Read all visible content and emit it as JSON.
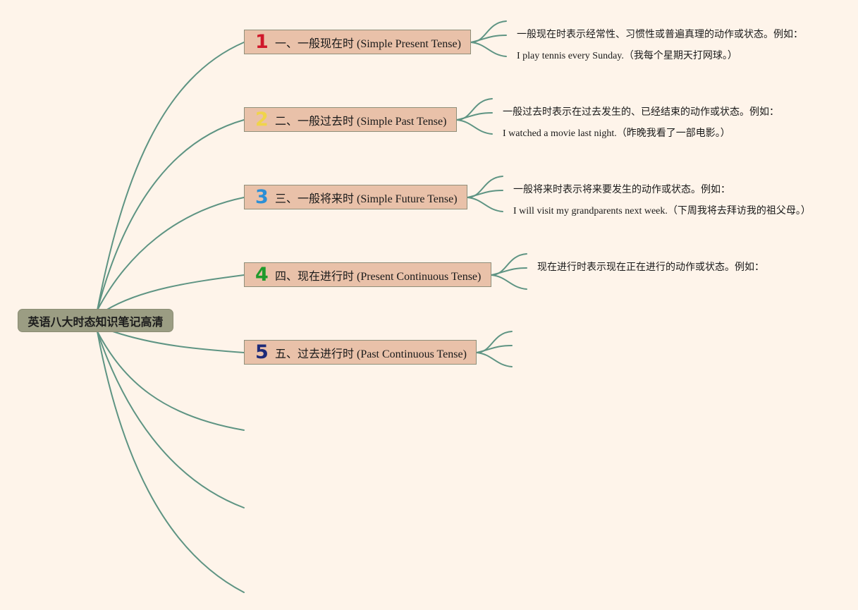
{
  "root": {
    "title": "英语八大时态知识笔记高清"
  },
  "topics": [
    {
      "number": "1",
      "number_color": "#d0182b",
      "label": "一、一般现在时 (Simple Present Tense)",
      "notes": [
        "一般现在时表示经常性、习惯性或普遍真理的动作或状态。例如：",
        "I play tennis every Sunday.（我每个星期天打网球。）"
      ]
    },
    {
      "number": "2",
      "number_color": "#f0d44a",
      "label": "二、一般过去时 (Simple Past Tense)",
      "notes": [
        "一般过去时表示在过去发生的、已经结束的动作或状态。例如：",
        "I watched a movie last night.（昨晚我看了一部电影。）"
      ]
    },
    {
      "number": "3",
      "number_color": "#2c8fd6",
      "label": "三、一般将来时 (Simple Future Tense)",
      "notes": [
        "一般将来时表示将来要发生的动作或状态。例如：",
        "I will visit my grandparents next week.（下周我将去拜访我的祖父母。）"
      ]
    },
    {
      "number": "4",
      "number_color": "#1f9a2c",
      "label": "四、现在进行时 (Present Continuous Tense)",
      "notes": [
        "现在进行时表示现在正在进行的动作或状态。例如："
      ]
    },
    {
      "number": "5",
      "number_color": "#1d2a78",
      "label": "五、过去进行时 (Past Continuous Tense)",
      "notes": []
    }
  ],
  "colors": {
    "background": "#fef4ea",
    "connector": "#5e9483",
    "root_fill": "#9b9d83",
    "topic_fill": "#e9c1a9"
  }
}
